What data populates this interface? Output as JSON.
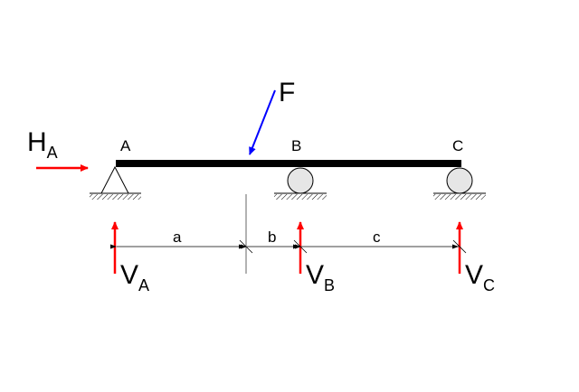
{
  "points": {
    "a": "A",
    "b": "B",
    "c": "C"
  },
  "forces": {
    "applied": "F",
    "horizontal": {
      "main": "H",
      "sub": "A"
    },
    "reaction_a": {
      "main": "V",
      "sub": "A"
    },
    "reaction_b": {
      "main": "V",
      "sub": "B"
    },
    "reaction_c": {
      "main": "V",
      "sub": "C"
    }
  },
  "dimensions": {
    "a": "a",
    "b": "b",
    "c": "c"
  },
  "colors": {
    "force": "#ff0000",
    "applied_force": "#0000ff",
    "beam": "#000000"
  }
}
